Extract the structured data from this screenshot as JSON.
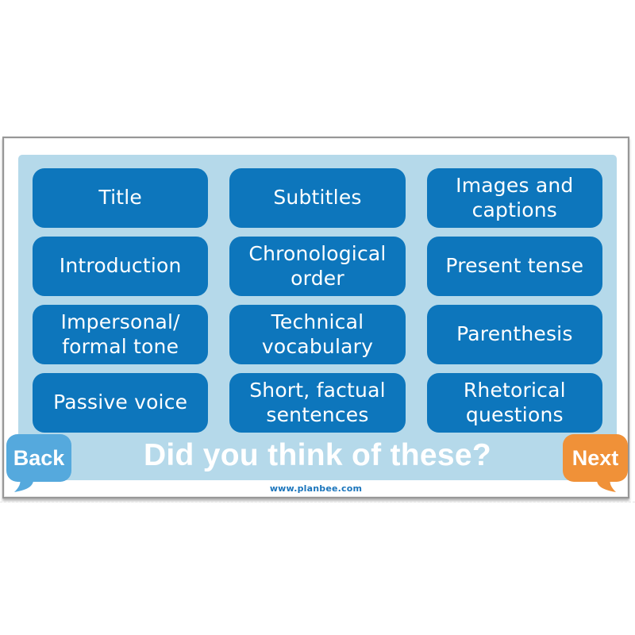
{
  "slide": {
    "headline": "Did you think of these?",
    "footer_url": "www.planbee.com",
    "cards": [
      {
        "label": "Title"
      },
      {
        "label": "Subtitles"
      },
      {
        "label": "Images and\ncaptions"
      },
      {
        "label": "Introduction"
      },
      {
        "label": "Chronological\norder"
      },
      {
        "label": "Present tense"
      },
      {
        "label": "Impersonal/\nformal tone"
      },
      {
        "label": "Technical\nvocabulary"
      },
      {
        "label": "Parenthesis"
      },
      {
        "label": "Passive voice"
      },
      {
        "label": "Short, factual\nsentences"
      },
      {
        "label": "Rhetorical\nquestions"
      }
    ]
  },
  "nav": {
    "back_label": "Back",
    "next_label": "Next"
  },
  "colors": {
    "card_blue": "#0d76bc",
    "panel_light_blue": "#b5d9ea",
    "back_button_blue": "#55a9dd",
    "next_button_orange": "#f09138",
    "url_text_blue": "#1b75bc",
    "text_white": "#ffffff",
    "frame_border_gray": "#979797"
  }
}
